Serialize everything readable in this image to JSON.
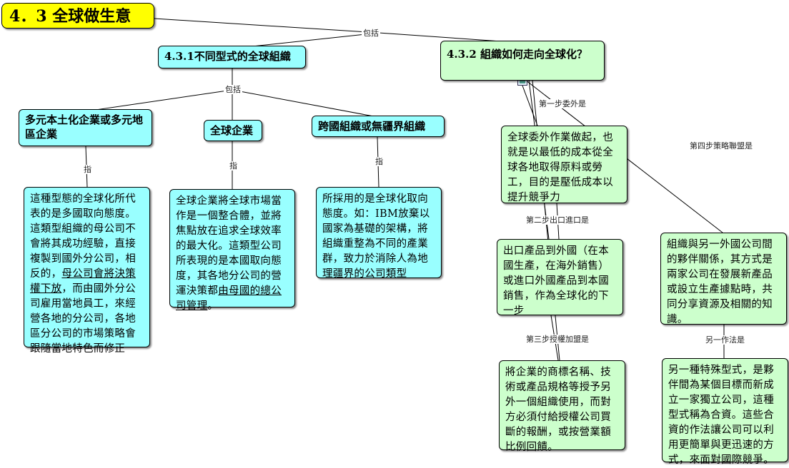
{
  "root": {
    "title": "4．3  全球做生意"
  },
  "labels": {
    "root_link": "包括",
    "s1_link": "包括",
    "zhi1": "指",
    "zhi2": "指",
    "zhi3": "指",
    "step1": "第一步委外是",
    "step2": "第二步出口進口是",
    "step3": "第三步授權加盟是",
    "step4": "第四步策略聯盟是",
    "another": "另一作法是"
  },
  "section1": {
    "title": "4.3.1不同型式的全球組織",
    "sub1": {
      "title": "多元本土化企業或多元地區企業",
      "desc_a": "這種型態的全球化所代表的是多國取向態度。這類型組織的母公司不會將其成功經驗，直接複製到國外分公司，相反的，",
      "desc_u": "母公司會將決策權下放",
      "desc_b": "，而由國外分公司雇用當地員工，來經營各地的分公司，各地區分公司的市場策略會跟隨當地特色而修正"
    },
    "sub2": {
      "title": "全球企業",
      "desc_a": "全球企業將全球市場當作是一個整合體，並將焦點放在追求全球效率的最大化。這類型公司所表現的是本國取向態度，其各地分公司的營運決策都",
      "desc_u": "由母國的總公司管理",
      "desc_b": "。"
    },
    "sub3": {
      "title": "跨國組織或無疆界組織",
      "desc": "所採用的是全球化取向態度。如：IBM放棄以國家為基礎的架構，將組織重整為不同的產業群，致力於消除人為地理疆界的公司類型"
    }
  },
  "section2": {
    "title": "4.3.2  組織如何走向全球化？",
    "outsourcing": "全球委外作業做起，也就是以最低的成本從全球各地取得原料或勞工，目的是壓低成本以提升競爭力",
    "export": "出口產品到外國（在本國生產，在海外銷售）或進口外國產品到本國銷售，作為全球化的下一步",
    "licensing": "將企業的商標名稱、技術或產品規格等授予另外一個組織使用，而對方必須付給授權公司買斷的報酬，或按營業額比例回饋。",
    "alliance": "組織與另一外國公司間的夥伴關係，其方式是兩家公司在發展新產品或設立生產據點時，共同分享資源及相關的知識。",
    "joint_venture": "另一種特殊型式，是夥伴間為某個目標而新成立一家獨立公司，這種型式稱為合資。這些合資的作法讓公司可以利用更簡單與更迅速的方式，來面對國際競爭。"
  },
  "icons": {
    "image": "image-icon"
  },
  "colors": {
    "root": "#ffff00",
    "cyan": "#99ffff",
    "green": "#ccffcc"
  }
}
